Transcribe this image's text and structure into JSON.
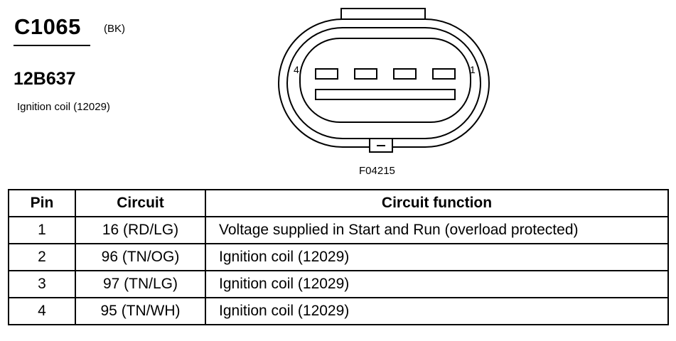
{
  "connector": {
    "id": "C1065",
    "color_code": "(BK)",
    "part_number": "12B637",
    "description": "Ignition coil (12029)"
  },
  "diagram": {
    "pin_label_left": "4",
    "pin_label_right": "1",
    "figure_id": "F04215"
  },
  "table": {
    "headers": [
      "Pin",
      "Circuit",
      "Circuit function"
    ],
    "rows": [
      {
        "pin": "1",
        "circuit": "16 (RD/LG)",
        "function": "Voltage supplied in Start and Run (overload protected)"
      },
      {
        "pin": "2",
        "circuit": "96 (TN/OG)",
        "function": "Ignition coil (12029)"
      },
      {
        "pin": "3",
        "circuit": "97 (TN/LG)",
        "function": "Ignition coil (12029)"
      },
      {
        "pin": "4",
        "circuit": "95 (TN/WH)",
        "function": "Ignition coil (12029)"
      }
    ]
  }
}
